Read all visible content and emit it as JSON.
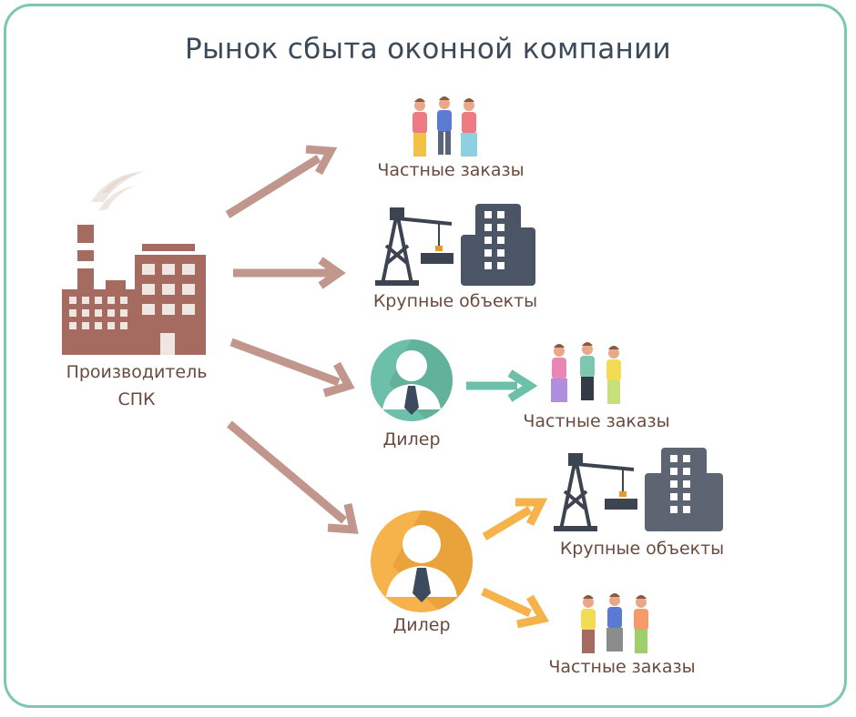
{
  "title": "Рынок сбыта оконной компании",
  "producer": {
    "line1": "Производитель",
    "line2": "СПК"
  },
  "nodes": {
    "private_orders_1": "Частные заказы",
    "large_objects_1": "Крупные объекты",
    "dealer_1": "Дилер",
    "private_orders_2": "Частные заказы",
    "dealer_2": "Дилер",
    "large_objects_2": "Крупные объекты",
    "private_orders_3": "Частные заказы"
  },
  "colors": {
    "frame": "#7cc7b0",
    "producer_arrows": "#c1968c",
    "dealer1": "#6cbfa8",
    "dealer2": "#f6b34b",
    "building": "#4b5566",
    "factory": "#a56a60"
  }
}
